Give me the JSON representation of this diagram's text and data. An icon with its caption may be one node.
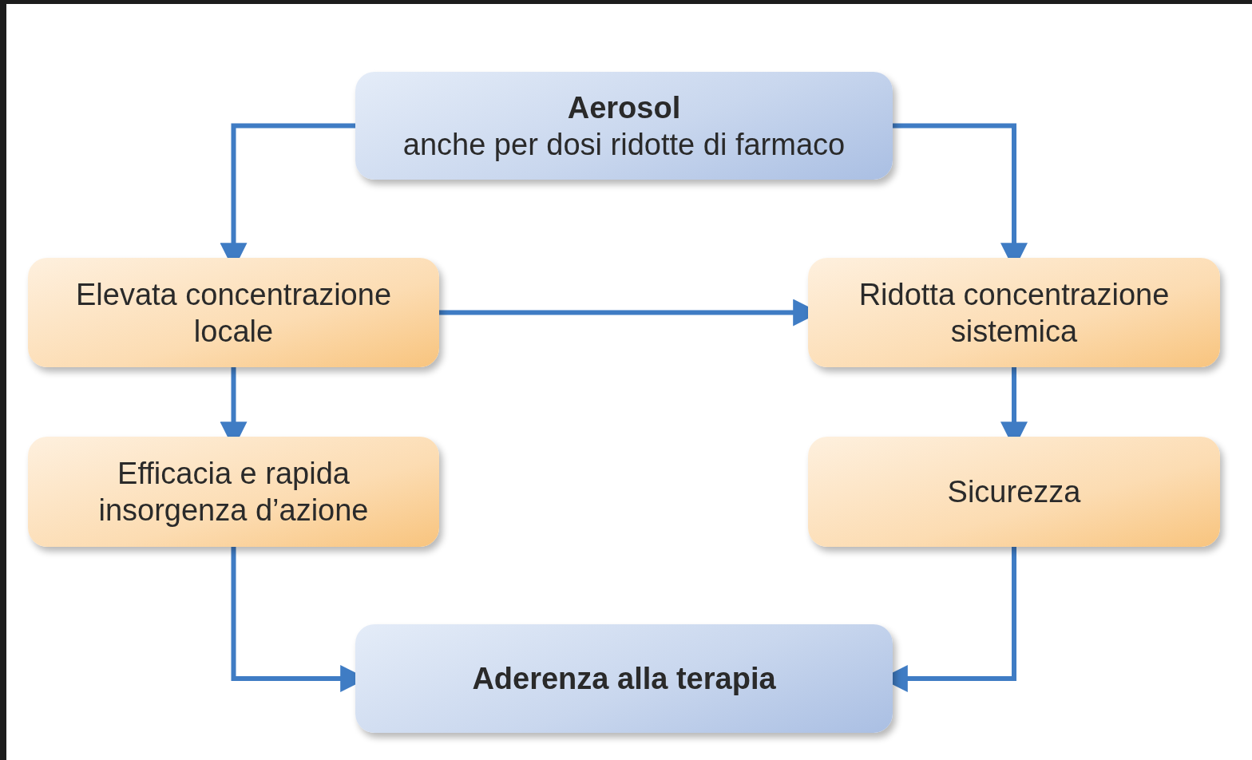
{
  "diagram": {
    "nodes": [
      {
        "text": [
          "Aerosol",
          "anche per dosi ridotte di farmaco"
        ]
      },
      {
        "text": [
          "Elevata concentrazione locale"
        ]
      },
      {
        "text": [
          "Ridotta concentrazione sistemica"
        ]
      },
      {
        "text": [
          "Efficacia e rapida insorgenza d’azione"
        ]
      },
      {
        "text": [
          "Sicurezza"
        ]
      },
      {
        "text": [
          "Aderenza alla terapia"
        ]
      }
    ],
    "edges": [
      {
        "from": 0,
        "to": 1,
        "arrow": "to"
      },
      {
        "from": 0,
        "to": 2,
        "arrow": "to"
      },
      {
        "from": 1,
        "to": 2,
        "arrow": "to"
      },
      {
        "from": 1,
        "to": 3,
        "arrow": "to"
      },
      {
        "from": 2,
        "to": 4,
        "arrow": "to"
      },
      {
        "from": 3,
        "to": 5,
        "arrow": "to"
      },
      {
        "from": 4,
        "to": 5,
        "arrow": "to"
      }
    ]
  }
}
